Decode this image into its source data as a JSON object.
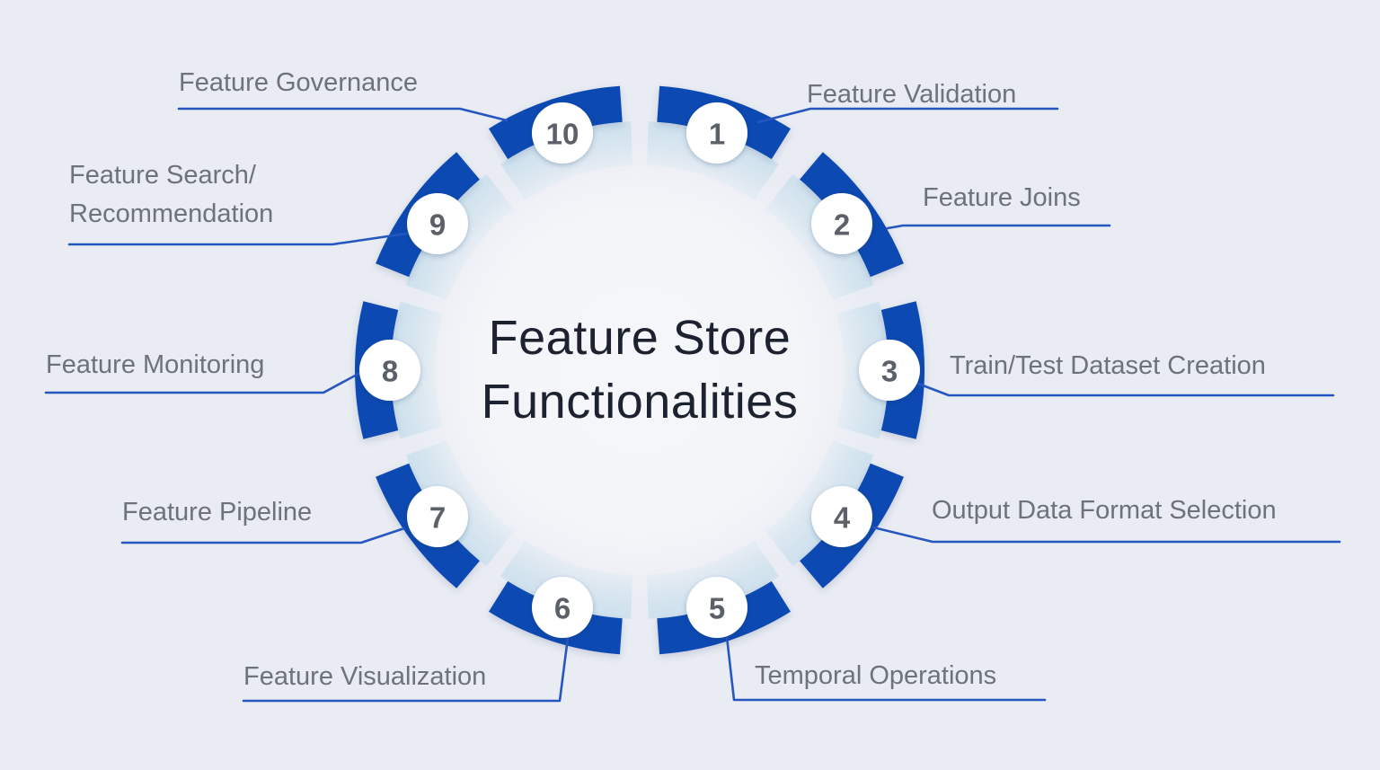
{
  "title": {
    "line1": "Feature Store",
    "line2": "Functionalities"
  },
  "items": [
    {
      "number": "1",
      "label": "Feature Validation"
    },
    {
      "number": "2",
      "label": "Feature Joins"
    },
    {
      "number": "3",
      "label": "Train/Test Dataset Creation"
    },
    {
      "number": "4",
      "label": "Output Data Format Selection"
    },
    {
      "number": "5",
      "label": "Temporal Operations"
    },
    {
      "number": "6",
      "label": "Feature Visualization"
    },
    {
      "number": "7",
      "label": "Feature Pipeline"
    },
    {
      "number": "8",
      "label": "Feature Monitoring"
    },
    {
      "number": "9",
      "label": "Feature Search/\nRecommendation"
    },
    {
      "number": "10",
      "label": "Feature Governance"
    }
  ],
  "colors": {
    "background": "#e9ecf3",
    "segment_blue": "#0a4ab2",
    "inner_band": "#cfe2ee",
    "connector_line": "#2656c0",
    "label_text": "#6d727c",
    "title_text": "#1c2230",
    "number_text": "#5b6169",
    "badge_fill": "#ffffff"
  }
}
